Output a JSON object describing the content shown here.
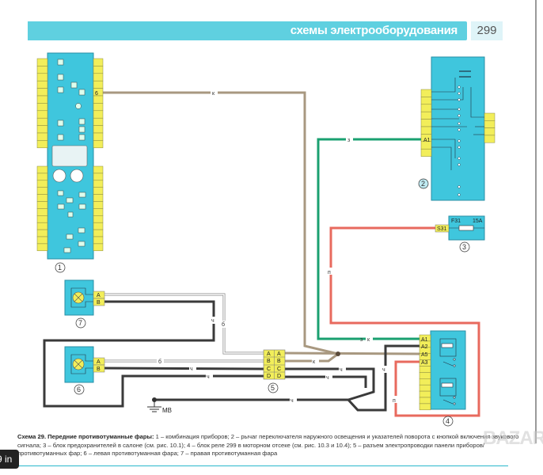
{
  "header": {
    "section_title": "схемы электрооборудования",
    "page_number": "299"
  },
  "components": {
    "c1": {
      "number": "1",
      "pin_label": "6"
    },
    "c2": {
      "number": "2",
      "pin_label": "A1"
    },
    "c3": {
      "number": "3",
      "pin_label": "S31",
      "fuse": "F31",
      "rating": "15A"
    },
    "c4": {
      "number": "4",
      "pins": [
        "A1",
        "A2",
        "A5",
        "A3"
      ]
    },
    "c5": {
      "number": "5",
      "rows": [
        "A",
        "B",
        "C",
        "D"
      ]
    },
    "c6": {
      "number": "6",
      "pins": [
        "A",
        "B"
      ]
    },
    "c7": {
      "number": "7",
      "pins": [
        "A",
        "B"
      ]
    },
    "ground": "MB"
  },
  "wires": {
    "brown": "к",
    "green": "з",
    "red": "п",
    "white": "б",
    "black": "ч"
  },
  "colors": {
    "accent": "#5fd0e0",
    "block": "#3fc6dd",
    "pin": "#f2ee5a",
    "wire_brown": "#a89880",
    "wire_green": "#1aa070",
    "wire_red": "#e86a5e",
    "wire_black": "#3a3a3a"
  },
  "caption": {
    "title": "Схема 29. Передние противотуманные фары:",
    "text": "1 – комбинация приборов; 2 – рычаг переключателя наружного освещения и указателей поворота с кнопкой включения звукового сигнала; 3 – блок предохранителей в салоне (см. рис. 10.1); 4 – блок реле 299 в моторном отсеке (см. рис. 10.3 и 10.4); 5 – разъем электропроводки панели приборов/противотуманных фар; 6 – левая противотуманная фара; 7 – правая противотуманная фара"
  },
  "overlay": {
    "tooltip": "9 in",
    "watermark": "BAZAR"
  }
}
